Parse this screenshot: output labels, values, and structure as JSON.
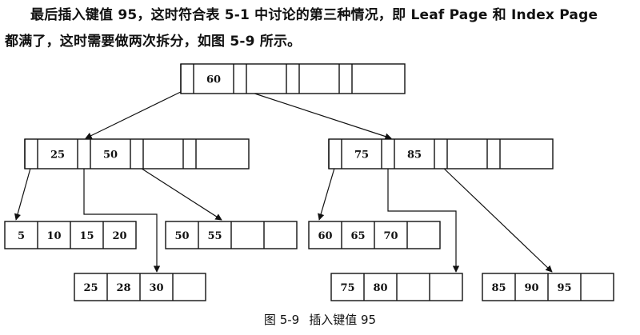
{
  "text": {
    "line1": "最后插入键值 95，这时符合表 5-1 中讨论的第三种情况，即 Leaf Page 和 Index Page",
    "line2": "都满了，这时需要做两次拆分，如图 5-9 所示。"
  },
  "caption": {
    "number": "图 5-9",
    "title": "插入键值 95"
  },
  "tree": {
    "root": {
      "keys": [
        "60"
      ]
    },
    "index_left": {
      "keys": [
        "25",
        "50"
      ]
    },
    "index_right": {
      "keys": [
        "75",
        "85"
      ]
    },
    "leaves": [
      {
        "keys": [
          "5",
          "10",
          "15",
          "20"
        ]
      },
      {
        "keys": [
          "25",
          "28",
          "30"
        ]
      },
      {
        "keys": [
          "50",
          "55"
        ]
      },
      {
        "keys": [
          "60",
          "65",
          "70"
        ]
      },
      {
        "keys": [
          "75",
          "80"
        ]
      },
      {
        "keys": [
          "85",
          "90",
          "95"
        ]
      }
    ]
  }
}
